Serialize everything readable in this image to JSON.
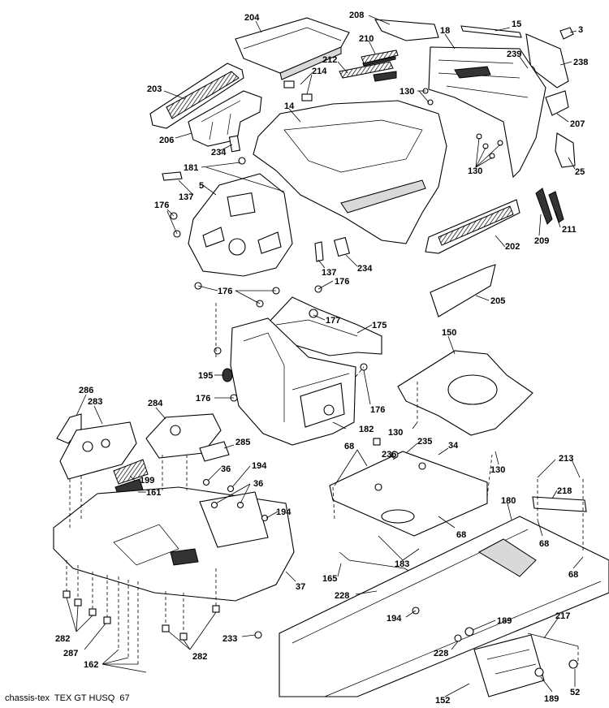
{
  "caption": "chassis-tex  TEX GT HUSQ  67",
  "callouts": [
    {
      "id": "204",
      "text": "204"
    },
    {
      "id": "208",
      "text": "208"
    },
    {
      "id": "15",
      "text": "15"
    },
    {
      "id": "18",
      "text": "18"
    },
    {
      "id": "3",
      "text": "3"
    },
    {
      "id": "210",
      "text": "210"
    },
    {
      "id": "212",
      "text": "212"
    },
    {
      "id": "214",
      "text": "214"
    },
    {
      "id": "239",
      "text": "239"
    },
    {
      "id": "238",
      "text": "238"
    },
    {
      "id": "203",
      "text": "203"
    },
    {
      "id": "130a",
      "text": "130"
    },
    {
      "id": "14",
      "text": "14"
    },
    {
      "id": "207",
      "text": "207"
    },
    {
      "id": "206",
      "text": "206"
    },
    {
      "id": "234a",
      "text": "234"
    },
    {
      "id": "130b",
      "text": "130"
    },
    {
      "id": "25",
      "text": "25"
    },
    {
      "id": "181",
      "text": "181"
    },
    {
      "id": "5",
      "text": "5"
    },
    {
      "id": "137a",
      "text": "137"
    },
    {
      "id": "176a",
      "text": "176"
    },
    {
      "id": "209",
      "text": "209"
    },
    {
      "id": "211",
      "text": "211"
    },
    {
      "id": "202",
      "text": "202"
    },
    {
      "id": "137b",
      "text": "137"
    },
    {
      "id": "234b",
      "text": "234"
    },
    {
      "id": "176b",
      "text": "176"
    },
    {
      "id": "176c",
      "text": "176"
    },
    {
      "id": "205",
      "text": "205"
    },
    {
      "id": "177",
      "text": "177"
    },
    {
      "id": "175",
      "text": "175"
    },
    {
      "id": "150",
      "text": "150"
    },
    {
      "id": "195",
      "text": "195"
    },
    {
      "id": "176d",
      "text": "176"
    },
    {
      "id": "176e",
      "text": "176"
    },
    {
      "id": "286",
      "text": "286"
    },
    {
      "id": "283",
      "text": "283"
    },
    {
      "id": "284",
      "text": "284"
    },
    {
      "id": "182",
      "text": "182"
    },
    {
      "id": "130c",
      "text": "130"
    },
    {
      "id": "285",
      "text": "285"
    },
    {
      "id": "68a",
      "text": "68"
    },
    {
      "id": "235",
      "text": "235"
    },
    {
      "id": "34",
      "text": "34"
    },
    {
      "id": "236",
      "text": "236"
    },
    {
      "id": "130d",
      "text": "130"
    },
    {
      "id": "36a",
      "text": "36"
    },
    {
      "id": "194a",
      "text": "194"
    },
    {
      "id": "199",
      "text": "199"
    },
    {
      "id": "161",
      "text": "161"
    },
    {
      "id": "36b",
      "text": "36"
    },
    {
      "id": "213",
      "text": "213"
    },
    {
      "id": "218",
      "text": "218"
    },
    {
      "id": "194b",
      "text": "194"
    },
    {
      "id": "180",
      "text": "180"
    },
    {
      "id": "68b",
      "text": "68"
    },
    {
      "id": "68c",
      "text": "68"
    },
    {
      "id": "183",
      "text": "183"
    },
    {
      "id": "165",
      "text": "165"
    },
    {
      "id": "68d",
      "text": "68"
    },
    {
      "id": "37",
      "text": "37"
    },
    {
      "id": "228a",
      "text": "228"
    },
    {
      "id": "217",
      "text": "217"
    },
    {
      "id": "282a",
      "text": "282"
    },
    {
      "id": "194c",
      "text": "194"
    },
    {
      "id": "189a",
      "text": "189"
    },
    {
      "id": "233",
      "text": "233"
    },
    {
      "id": "287",
      "text": "287"
    },
    {
      "id": "282b",
      "text": "282"
    },
    {
      "id": "228b",
      "text": "228"
    },
    {
      "id": "162",
      "text": "162"
    },
    {
      "id": "152",
      "text": "152"
    },
    {
      "id": "189b",
      "text": "189"
    },
    {
      "id": "52",
      "text": "52"
    }
  ]
}
